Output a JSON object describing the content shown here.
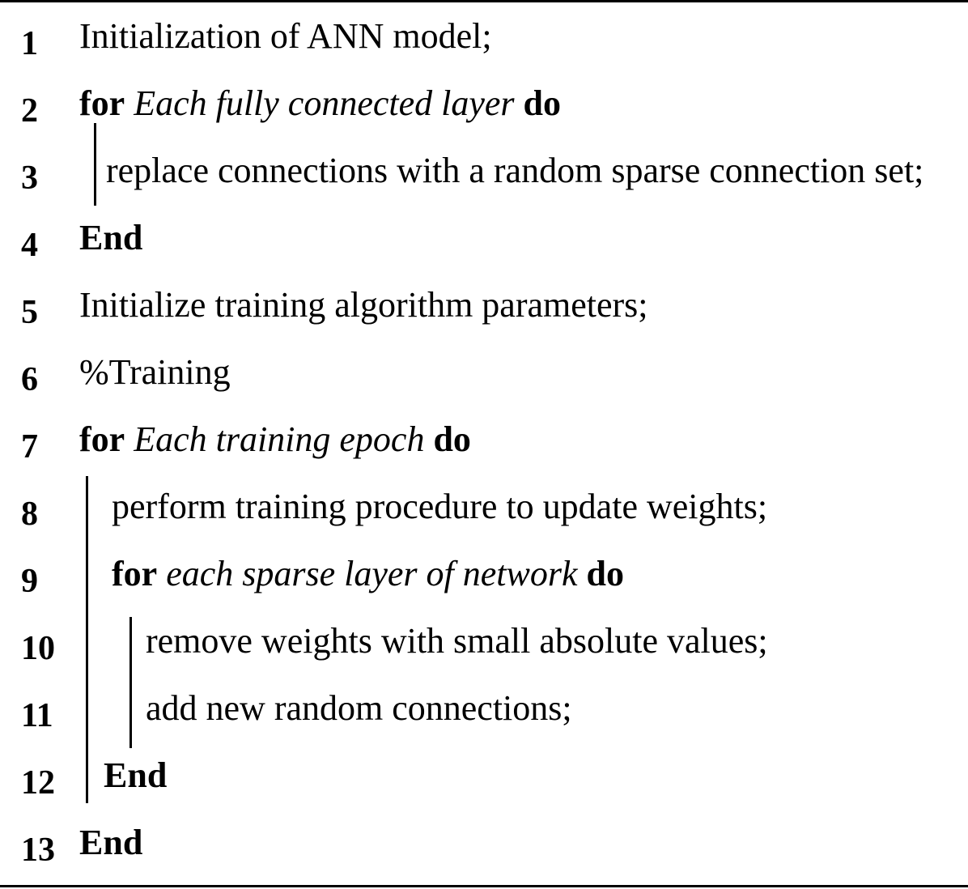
{
  "algorithm": {
    "lines": [
      {
        "num": "1",
        "text": "Initialization of ANN model;"
      },
      {
        "num": "2",
        "kw1": "for",
        "cond": "Each fully connected layer",
        "kw2": "do"
      },
      {
        "num": "3",
        "text": "replace connections with a random sparse connection set;"
      },
      {
        "num": "4",
        "kw": "End"
      },
      {
        "num": "5",
        "text": "Initialize training algorithm parameters;"
      },
      {
        "num": "6",
        "text": "%Training"
      },
      {
        "num": "7",
        "kw1": "for",
        "cond": "Each training epoch",
        "kw2": "do"
      },
      {
        "num": "8",
        "text": "perform training procedure to update weights;"
      },
      {
        "num": "9",
        "kw1": "for",
        "cond": "each sparse layer of network",
        "kw2": "do"
      },
      {
        "num": "10",
        "text": "remove weights with small absolute values;"
      },
      {
        "num": "11",
        "text": "add new random connections;"
      },
      {
        "num": "12",
        "kw": "End"
      },
      {
        "num": "13",
        "kw": "End"
      }
    ]
  }
}
